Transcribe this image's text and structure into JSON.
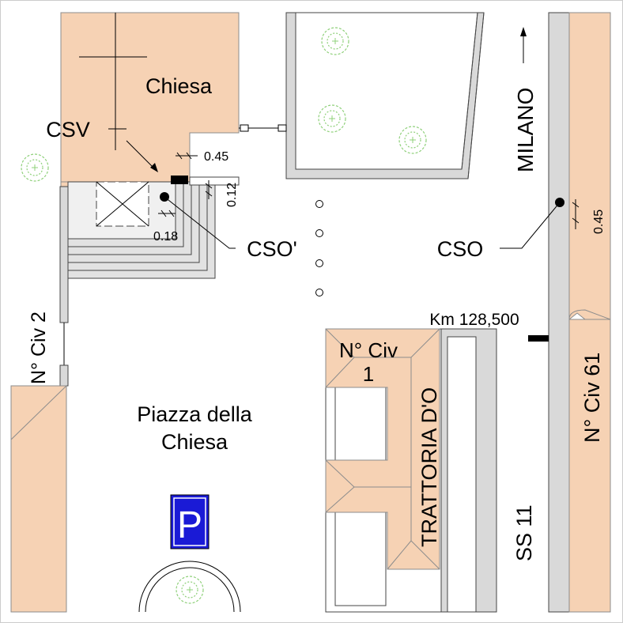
{
  "labels": {
    "church": "Chiesa",
    "csv": "CSV",
    "cso_prime": "CSO'",
    "cso": "CSO",
    "dim_045_left": "0.45",
    "dim_012": "0.12",
    "dim_018": "0.18",
    "dim_045_right": "0.45",
    "milano": "MILANO",
    "km": "Km 128,500",
    "civ1_line1": "N° Civ",
    "civ1_line2": "1",
    "trattoria": "TRATTORIA D'O",
    "civ2": "N° Civ 2",
    "civ61": "N° Civ 61",
    "piazza_line1": "Piazza della",
    "piazza_line2": "Chiesa",
    "ss11": "SS 11",
    "parking": "P"
  },
  "colors": {
    "building": "#f6d2b4",
    "road": "#d9d9d9",
    "tree": "#8fd07a",
    "parking_bg": "#1a1ad6"
  },
  "icons": [
    "tree-icon",
    "north-arrow-icon",
    "parking-sign-icon",
    "manhole-marker-icon"
  ]
}
